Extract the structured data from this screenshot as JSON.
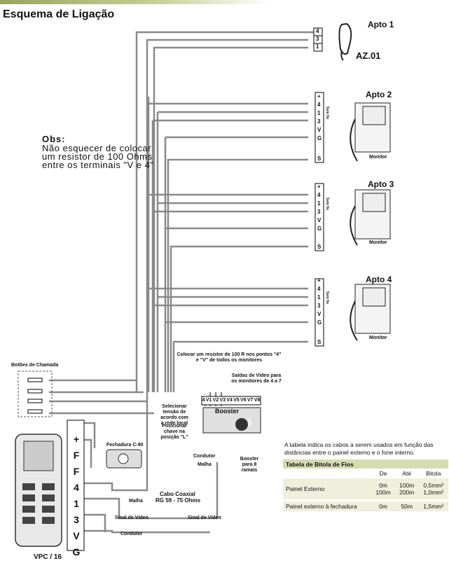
{
  "title": "Esquema de Ligação",
  "obs": {
    "heading": "Obs:",
    "text": "Não esquecer de colocar um resistor de 100 Ohms entre os terminais \"V e 4\""
  },
  "apartments": [
    {
      "label": "Apto 1",
      "model": "AZ.01",
      "terminals": [
        "4",
        "3",
        "1"
      ]
    },
    {
      "label": "Apto 2",
      "device": "Monitor",
      "terminals": [
        "+",
        "4",
        "1",
        "3",
        "V",
        "G",
        "S"
      ]
    },
    {
      "label": "Apto 3",
      "device": "Monitor",
      "terminals": [
        "+",
        "4",
        "1",
        "3",
        "V",
        "G",
        "S"
      ]
    },
    {
      "label": "Apto 4",
      "device": "Monitor",
      "terminals": [
        "+",
        "4",
        "1",
        "3",
        "V",
        "G",
        "S"
      ]
    }
  ],
  "panel": {
    "call_buttons": "Botões de Chamada",
    "model": "VPC / 16",
    "terminals": [
      "+",
      "F",
      "F",
      "4",
      "1",
      "3",
      "V",
      "G"
    ]
  },
  "booster": {
    "name": "Booster",
    "outputs_title": "Saídas de Vídeo para os monitores de 4 a 7",
    "outputs": [
      "4",
      "V1",
      "V2",
      "V3",
      "V4",
      "V5",
      "V6",
      "V7",
      "V8"
    ],
    "resistor_note": "Colocar um resistor de 100 R nos pontos \"4\" e \"V\" de todos os monitores",
    "voltage_note": "Selecionar tensão de acordo com a rede local",
    "switch_note": "Posicionar chave na posição \"L\"",
    "branches_note": "Booster para 8 ramais",
    "brand": "HDL"
  },
  "labels": {
    "lock": "Fechadura C-90",
    "conductor": "Condutor",
    "mesh": "Malha",
    "coax": "Cabo Coaxial",
    "coax_spec": "RG 59 - 75 Ohms",
    "video_signal": "Sinal de Vídeo",
    "side_tag": "Sem fio"
  },
  "table": {
    "intro": "A tabela indica os cabos a serem usados em função das distâncias entre o painel externo e o fone interno.",
    "title": "Tabela de Bitola de Fios",
    "headers": [
      "De",
      "Até",
      "Bitola"
    ],
    "rows": [
      {
        "label": "Painel Externo",
        "de": [
          "0m",
          "100m"
        ],
        "ate": [
          "100m",
          "200m"
        ],
        "bitola": [
          "0,5mm²",
          "1,0mm²"
        ]
      },
      {
        "label": "Painel externo à fechadura",
        "de": [
          "0m"
        ],
        "ate": [
          "50m"
        ],
        "bitola": [
          "1,5mm²"
        ]
      }
    ]
  },
  "colors": {
    "wire": "#8a8a8a",
    "accent": "#9aa55a",
    "table_head": "#d7dbb0",
    "table_row": "#eef0dc"
  }
}
